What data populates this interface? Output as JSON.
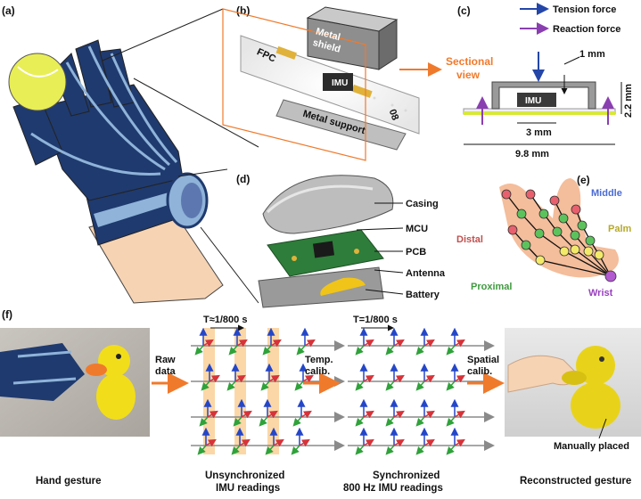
{
  "colors": {
    "glove_navy": "#1f3a6e",
    "glove_light": "#8fb3d9",
    "skin": "#f6d3b3",
    "ball": "#e8ee55",
    "tension": "#2446a8",
    "reaction": "#8a3fb0",
    "accent_orange": "#f07a2c",
    "duck_yellow": "#f2dd1a",
    "dot_distal": "#e8606e",
    "dot_proximal": "#5cc35c",
    "dot_palm": "#f3ea6a",
    "dot_wrist": "#b25ad0",
    "dot_middle": "#4b6bd6"
  },
  "panels": {
    "a": {
      "letter": "(a)"
    },
    "b": {
      "letter": "(b)",
      "labels": {
        "metal_shield": "Metal\nshield",
        "fpc": "FPC",
        "imu": "IMU",
        "metal_support": "Metal support",
        "number": "08"
      }
    },
    "c": {
      "letter": "(c)",
      "legend": {
        "tension": "Tension force",
        "reaction": "Reaction force"
      },
      "sectional_view": "Sectional\nview",
      "imu": "IMU",
      "dims": {
        "thickness": "1 mm",
        "width": "3 mm",
        "length": "9.8 mm",
        "height": "2.2 mm"
      }
    },
    "d": {
      "letter": "(d)",
      "labels": {
        "casing": "Casing",
        "mcu": "MCU",
        "pcb": "PCB",
        "antenna": "Antenna",
        "battery": "Battery"
      }
    },
    "e": {
      "letter": "(e)",
      "labels": {
        "middle": "Middle",
        "palm": "Palm",
        "distal": "Distal",
        "proximal": "Proximal",
        "wrist": "Wrist"
      }
    },
    "f": {
      "letter": "(f)",
      "arrows": {
        "raw": "Raw\ndata",
        "temp": "Temp.\ncalib.",
        "spatial": "Spatial\ncalib."
      },
      "unsync_period": "T≈1/800 s",
      "sync_period": "T=1/800 s",
      "manually_placed": "Manually placed",
      "captions": {
        "hand": "Hand gesture",
        "unsync": "Unsynchronized\nIMU readings",
        "sync": "Synchronized\n800 Hz IMU readings",
        "recon": "Reconstructed gesture"
      }
    }
  }
}
